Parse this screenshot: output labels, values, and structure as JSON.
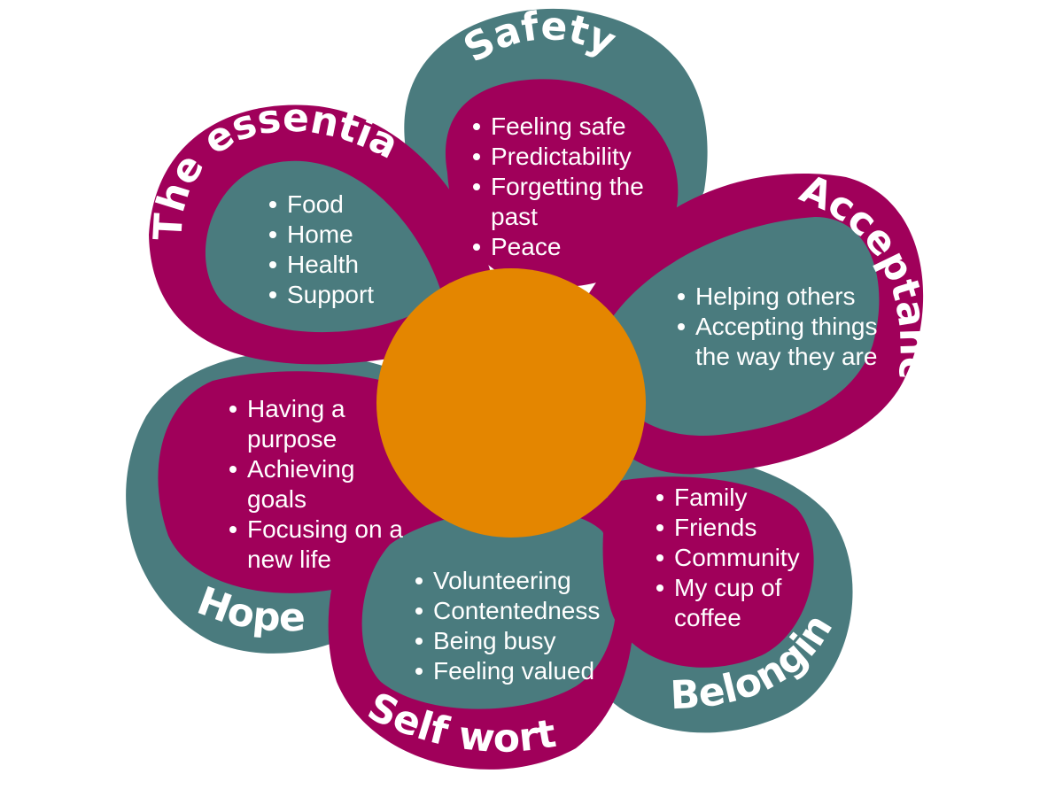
{
  "colors": {
    "teal": "#4a7b7e",
    "magenta": "#a0005a",
    "orange": "#e48600",
    "text": "#ffffff"
  },
  "petals": {
    "safety": {
      "title": "Safety",
      "items": [
        "Feeling  safe",
        "Predictability",
        "Forgetting the past",
        "Peace"
      ]
    },
    "essentials": {
      "title": "The essentials",
      "items": [
        "Food",
        "Home",
        "Health",
        "Support"
      ]
    },
    "acceptance": {
      "title": "Acceptance",
      "items": [
        "Helping others",
        "Accepting things the way they are"
      ]
    },
    "hope": {
      "title": "Hope",
      "items": [
        "Having a purpose",
        "Achieving goals",
        "Focusing on a new life"
      ]
    },
    "selfworth": {
      "title": "Self worth",
      "items": [
        "Volunteering",
        "Contentedness",
        "Being busy",
        "Feeling valued"
      ]
    },
    "belonging": {
      "title": "Belonging",
      "items": [
        "Family",
        "Friends",
        "Community",
        "My cup of coffee"
      ]
    }
  }
}
